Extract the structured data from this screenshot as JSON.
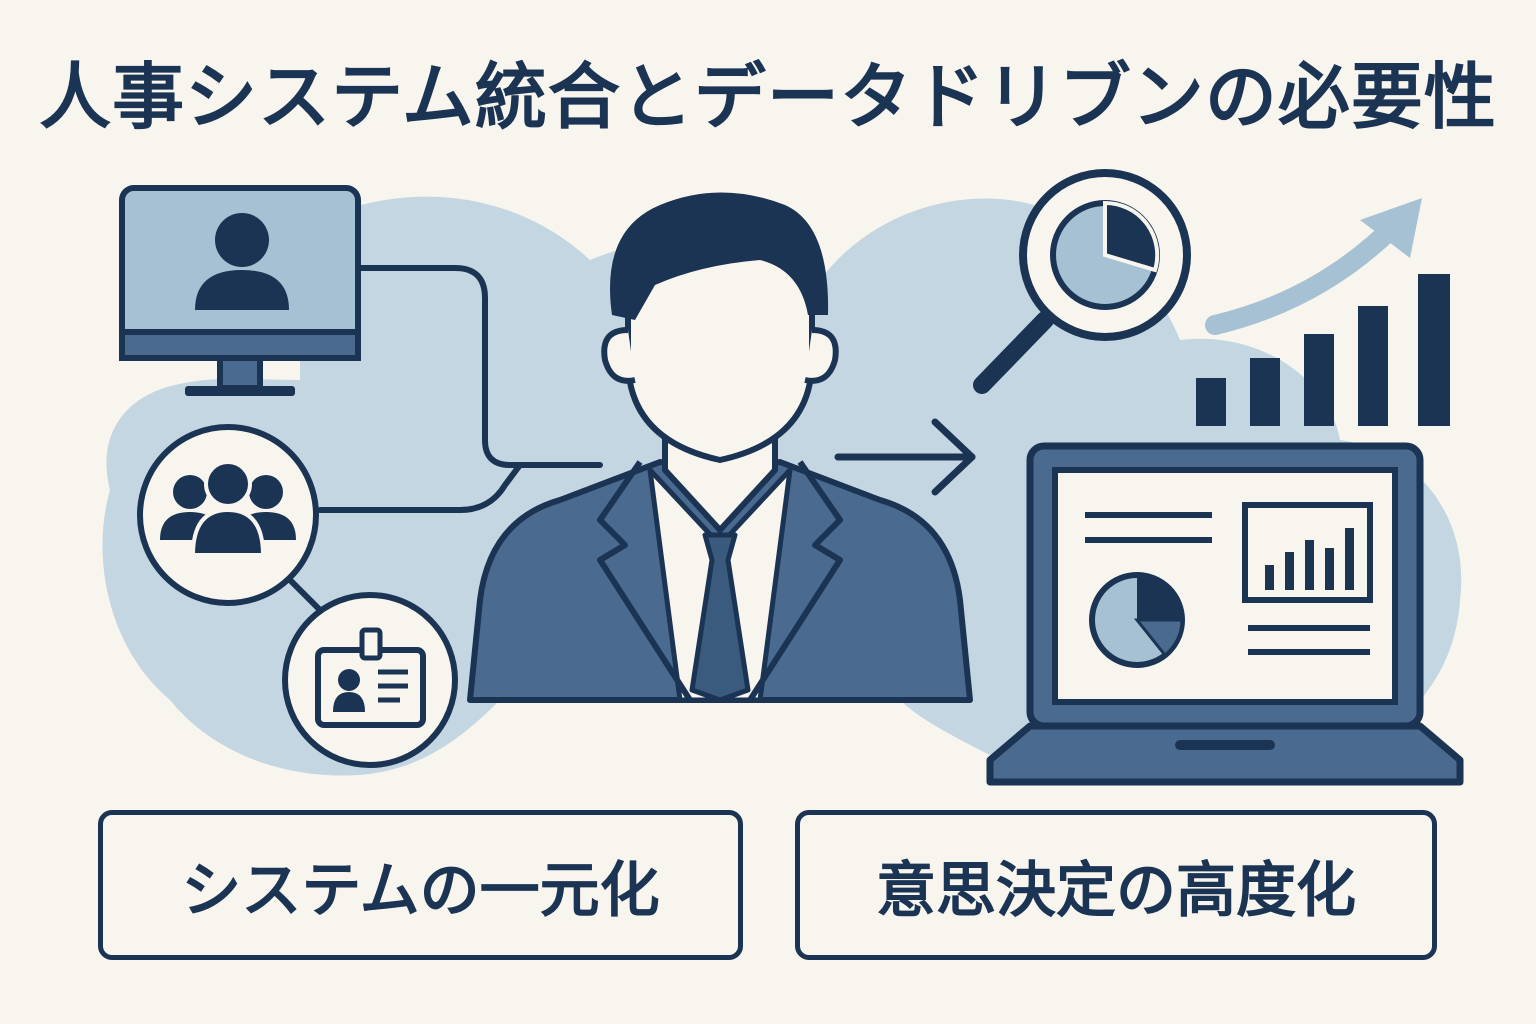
{
  "title": "人事システム統合とデータドリブンの必要性",
  "labels": {
    "left": "システムの一元化",
    "right": "意思決定の高度化"
  },
  "colors": {
    "navy": "#1b3454",
    "suit": "#4a6a8f",
    "light_blue": "#c4d6e2",
    "screen_blue": "#a6c1d4",
    "background": "#f8f5ee"
  },
  "icons": [
    "monitor-user-icon",
    "team-group-icon",
    "id-badge-icon",
    "businessman-icon",
    "arrow-right-icon",
    "magnifier-pie-chart-icon",
    "growth-bar-chart-icon",
    "trend-arrow-icon",
    "laptop-dashboard-icon"
  ]
}
